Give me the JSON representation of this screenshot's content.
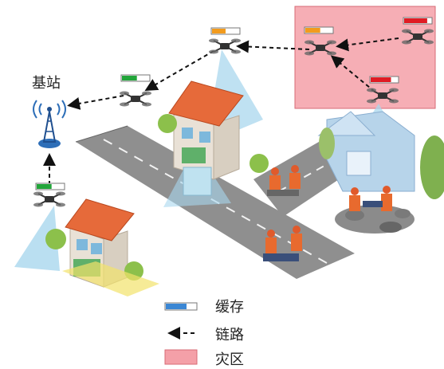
{
  "base_station_label": "基站",
  "legend": {
    "cache": "缓存",
    "link": "链路",
    "disaster_area": "灾区"
  },
  "colors": {
    "disaster_area": "#f4a0a8",
    "cache_legend": "#3b87d4",
    "buffer_green": "#22a53a",
    "buffer_orange": "#f29b1d",
    "buffer_red": "#e01b24",
    "road": "#8c8c8c",
    "coverage": "#a9d7ee"
  },
  "drones": [
    {
      "id": "drone-bs-bottom",
      "buffer_level": 0.55,
      "buffer_color": "green"
    },
    {
      "id": "drone-relay-1",
      "buffer_level": 0.55,
      "buffer_color": "green"
    },
    {
      "id": "drone-relay-2",
      "buffer_level": 0.5,
      "buffer_color": "orange"
    },
    {
      "id": "drone-area-left",
      "buffer_level": 0.55,
      "buffer_color": "orange"
    },
    {
      "id": "drone-area-right",
      "buffer_level": 0.85,
      "buffer_color": "red"
    },
    {
      "id": "drone-area-bottom",
      "buffer_level": 0.75,
      "buffer_color": "red"
    }
  ]
}
